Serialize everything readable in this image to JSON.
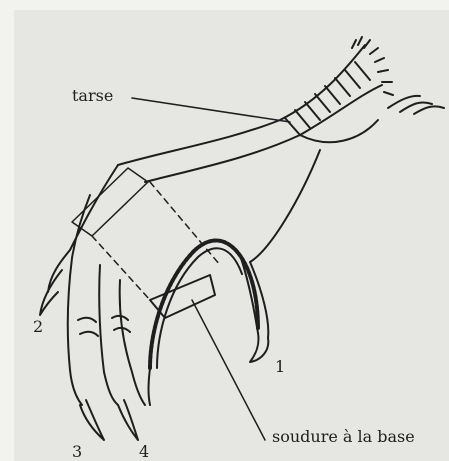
{
  "labels": {
    "tarse": "tarse",
    "digit_1": "1",
    "digit_2": "2",
    "digit_3": "3",
    "digit_4": "4",
    "soudure": "soudure à la base"
  },
  "colors": {
    "background": "#e6e6e3",
    "ink": "#1e1e1e",
    "margin": "#f2f2ef"
  }
}
